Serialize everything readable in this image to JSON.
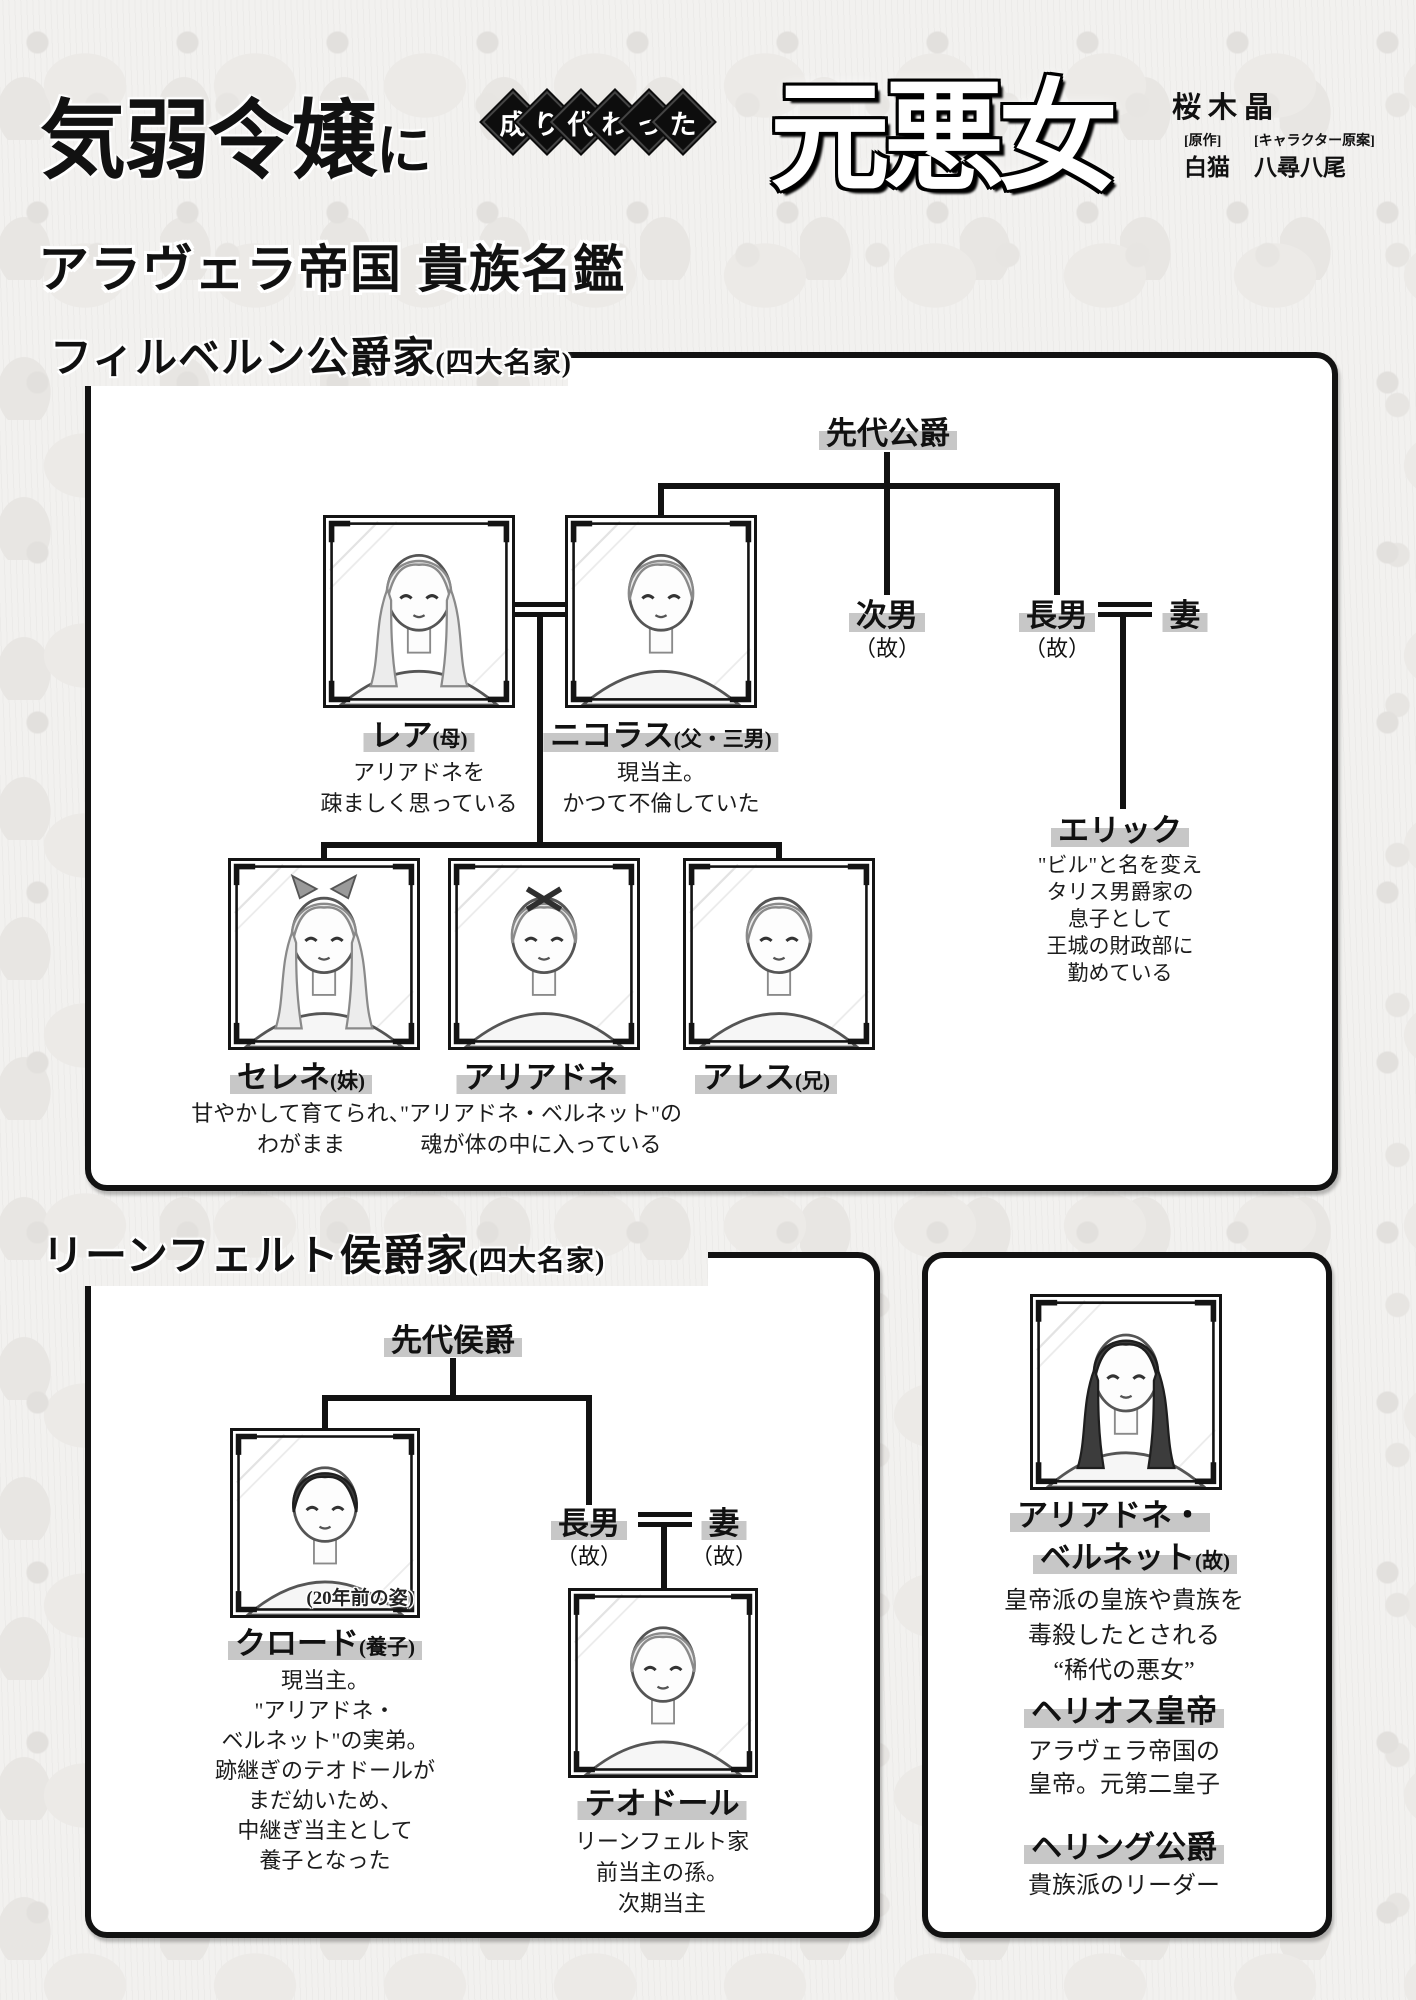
{
  "title": {
    "big": "気弱令嬢",
    "particle": "に",
    "diamonds": [
      "成",
      "り",
      "代",
      "わ",
      "っ",
      "た"
    ],
    "accent": "元悪女"
  },
  "credits": {
    "author": "桜木晶",
    "original_label": "[原作]",
    "original_name": "白猫",
    "design_label": "[キャラクター原案]",
    "design_name": "八尋八尾"
  },
  "catalog_heading": "アラヴェラ帝国 貴族名鑑",
  "tree1": {
    "heading": "フィルベルン公爵家",
    "heading_note": "(四大名家)",
    "ancestor": "先代公爵",
    "second_son": "次男",
    "second_son_note": "（故）",
    "first_son": "長男",
    "first_son_note": "（故）",
    "wife": "妻",
    "rhea": {
      "name": "レア",
      "note": "(母)",
      "desc": [
        "アリアドネを",
        "疎ましく思っている"
      ]
    },
    "nicolas": {
      "name": "ニコラス",
      "note": "(父・三男)",
      "desc": [
        "現当主。",
        "かつて不倫していた"
      ]
    },
    "eric": {
      "name": "エリック",
      "desc": [
        "\"ビル\"と名を変え",
        "タリス男爵家の",
        "息子として",
        "王城の財政部に",
        "勤めている"
      ]
    },
    "selene": {
      "name": "セレネ",
      "note": "(妹)",
      "desc": [
        "甘やかして育てられ、",
        "わがまま"
      ]
    },
    "ariadne": {
      "name": "アリアドネ",
      "desc": [
        "\"アリアドネ・ベルネット\"の",
        "魂が体の中に入っている"
      ]
    },
    "ares": {
      "name": "アレス",
      "note": "(兄)"
    }
  },
  "tree2": {
    "heading": "リーンフェルト侯爵家",
    "heading_note": "(四大名家)",
    "ancestor": "先代侯爵",
    "first_son": "長男",
    "first_son_note": "（故）",
    "wife": "妻",
    "wife_note": "（故）",
    "claude": {
      "name": "クロード",
      "note": "(養子)",
      "badge": "(20年前の姿)",
      "desc": [
        "現当主。",
        "\"アリアドネ・",
        "ベルネット\"の実弟。",
        "跡継ぎのテオドールが",
        "まだ幼いため、",
        "中継ぎ当主として",
        "養子となった"
      ]
    },
    "theodore": {
      "name": "テオドール",
      "desc": [
        "リーンフェルト家",
        "前当主の孫。",
        "次期当主"
      ]
    }
  },
  "panel": {
    "bernet": {
      "name_line1": "アリアドネ・",
      "name_line2": "ベルネット",
      "note": "(故)",
      "desc": [
        "皇帝派の皇族や貴族を",
        "毒殺したとされる",
        "“稀代の悪女”"
      ]
    },
    "helios": {
      "name": "ヘリオス皇帝",
      "desc": [
        "アラヴェラ帝国の",
        "皇帝。元第二皇子"
      ]
    },
    "herring": {
      "name": "ヘリング公爵",
      "desc": [
        "貴族派のリーダー"
      ]
    }
  },
  "colors": {
    "ink": "#121212",
    "label_highlight": "#c7c7c7",
    "panel_bg": "#ffffff"
  }
}
